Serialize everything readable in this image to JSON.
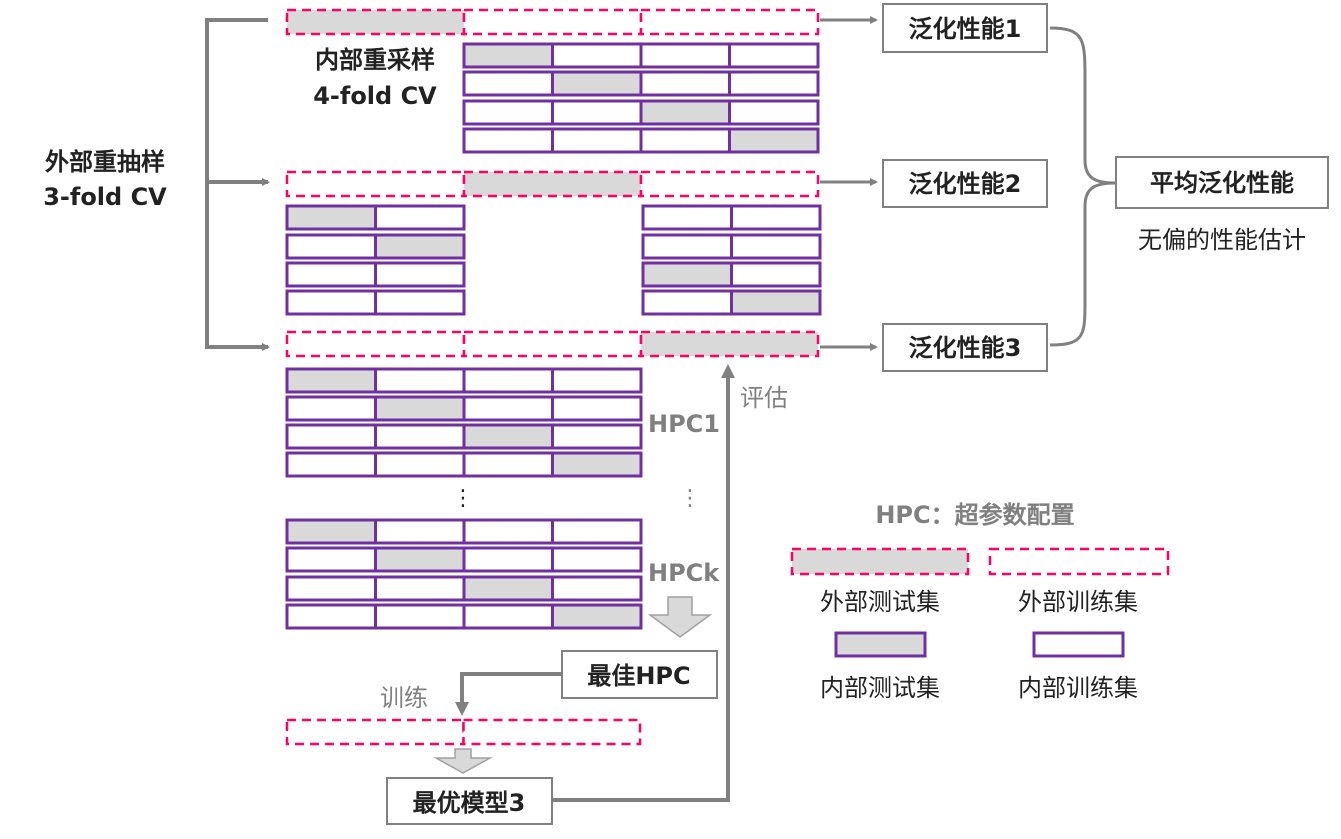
{
  "colors": {
    "outer": "#FF0066",
    "inner": "#7030A0",
    "test_fill": "#D9D9D9",
    "arrow": "#808080"
  },
  "outer_cv": {
    "title": "外部重抽样",
    "subtitle": "3-fold CV"
  },
  "inner_cv": {
    "title": "内部重采样",
    "subtitle": "4-fold CV"
  },
  "performance": [
    "泛化性能1",
    "泛化性能2",
    "泛化性能3"
  ],
  "average": {
    "label": "平均泛化性能",
    "note": "无偏的性能估计"
  },
  "hpc_labels": [
    "HPC1",
    "HPCk"
  ],
  "evaluate_label": "评估",
  "train_label": "训练",
  "best_hpc": "最佳HPC",
  "best_model": "最优模型3",
  "legend": {
    "title": "HPC：超参数配置",
    "items": [
      "外部测试集",
      "外部训练集",
      "内部测试集",
      "内部训练集"
    ]
  }
}
